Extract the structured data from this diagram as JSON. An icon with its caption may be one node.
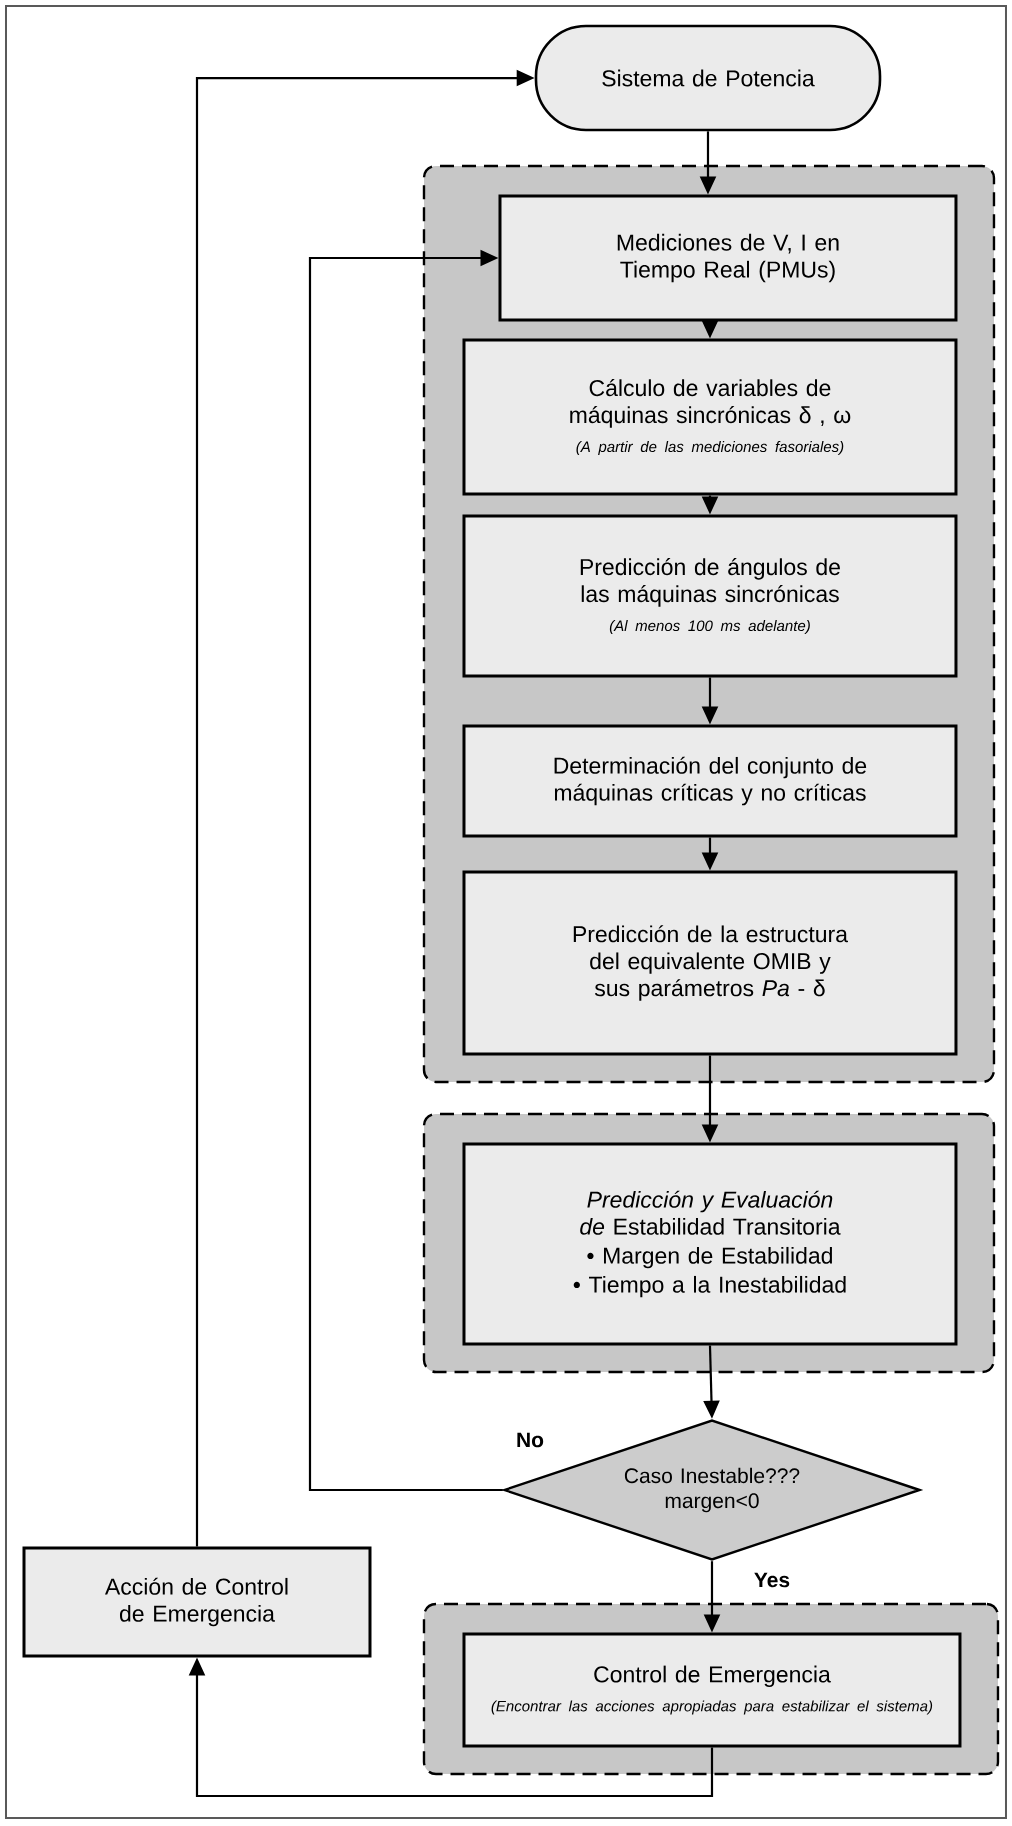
{
  "diagram": {
    "nodes": [
      {
        "text": [
          "Sistema de Potencia"
        ]
      },
      {
        "text": [],
        "shape": "box"
      },
      {
        "text": [
          "Mediciones de V, I en Tiempo Real (PMUs)"
        ],
        "in": 1
      },
      {
        "text": [
          "Cálculo de variables de máquinas sincrónicas δ , ω",
          "(A partir de las mediciones fasoriales)"
        ],
        "in": 1
      },
      {
        "text": [
          "Predicción de ángulos de las máquinas sincrónicas",
          "(Al menos 100 ms adelante)"
        ],
        "in": 1
      },
      {
        "text": [
          "Determinación del conjunto de máquinas críticas y no críticas"
        ],
        "in": 1
      },
      {
        "text": [
          "Predicción de la estructura del equivalente OMIB y sus parámetros *Pa* - δ"
        ],
        "in": 1
      },
      {
        "text": [],
        "shape": "box"
      },
      {
        "text": [
          "*Predicción y Evaluación de* Estabilidad Transitoria",
          "•   Margen de Estabilidad",
          "•   Tiempo a la Inestabilidad"
        ],
        "in": 7
      },
      {
        "text": [
          "Caso Inestable??? margen<0"
        ]
      },
      {
        "text": [],
        "shape": "box"
      },
      {
        "text": [
          "Control de Emergencia",
          "(Encontrar las acciones apropiadas para estabilizar el sistema)"
        ],
        "in": 10
      },
      {
        "text": [
          "Acción de Control de Emergencia"
        ]
      }
    ],
    "edges": [
      {
        "from": 0,
        "to": 2,
        "arrow": "to"
      },
      {
        "from": 2,
        "to": 3,
        "arrow": "to"
      },
      {
        "from": 3,
        "to": 4,
        "arrow": "to"
      },
      {
        "from": 4,
        "to": 5,
        "arrow": "to"
      },
      {
        "from": 5,
        "to": 6,
        "arrow": "to"
      },
      {
        "from": 6,
        "to": 8,
        "arrow": "to"
      },
      {
        "from": 8,
        "to": 9,
        "arrow": "to"
      },
      {
        "from": 9,
        "to": 2,
        "arrow": "to",
        "label": "No"
      },
      {
        "from": 9,
        "to": 11,
        "arrow": "to",
        "label": "Yes"
      },
      {
        "from": 11,
        "to": 12,
        "arrow": "to"
      },
      {
        "from": 12,
        "to": 0,
        "arrow": "to"
      }
    ]
  }
}
